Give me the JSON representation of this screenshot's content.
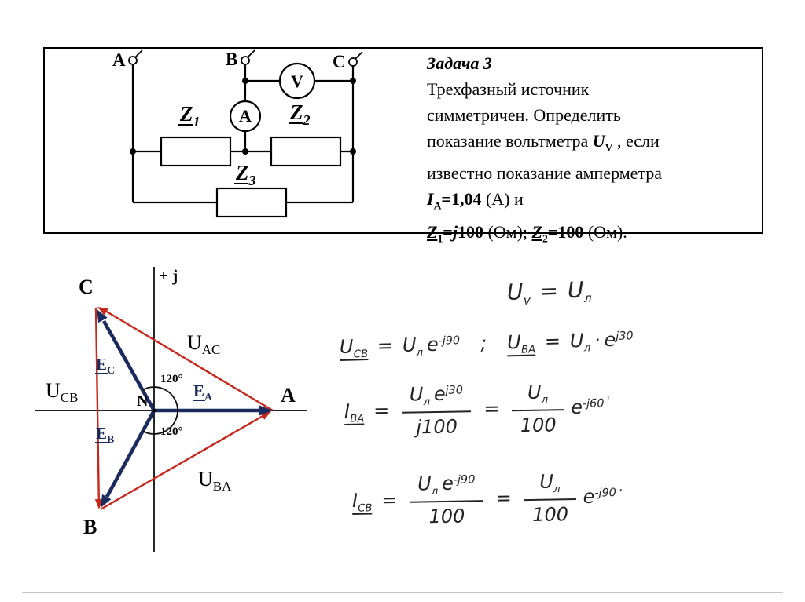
{
  "problem": {
    "terminals": {
      "a": "A",
      "b": "B",
      "c": "C"
    },
    "voltmeter": "V",
    "ammeter": "A",
    "z1": {
      "base": "Z",
      "sub": "1"
    },
    "z2": {
      "base": "Z",
      "sub": "2"
    },
    "z3": {
      "base": "Z",
      "sub": "3"
    },
    "title": "Задача 3",
    "line2": "Трехфазный источник",
    "line3": "симметричен. Определить",
    "line4": {
      "a": "показание вольтметра ",
      "u": "U",
      "us": "V",
      "b": " , если"
    },
    "line5": "известно показание амперметра",
    "line6": {
      "i": "I",
      "is": "А",
      "b": "=1,04",
      "c": " (А) и"
    },
    "line7": {
      "z1": "Z",
      "z1s": "1",
      "eq1": "=",
      "j": "j",
      "v1": "100",
      "m1": " (Ом); ",
      "z2": "Z",
      "z2s": "2",
      "eq2": "=",
      "v2": "100",
      "m2": " (Ом)."
    }
  },
  "phasor": {
    "axis_j": "+ j",
    "n": "N",
    "a": "A",
    "b": "B",
    "c": "C",
    "ea": {
      "base": "E",
      "sub": "A"
    },
    "eb": {
      "base": "E",
      "sub": "B"
    },
    "ec": {
      "base": "E",
      "sub": "C"
    },
    "uac": {
      "base": "U",
      "sub": "AC"
    },
    "ucb": {
      "base": "U",
      "sub": "CB"
    },
    "uba": {
      "base": "U",
      "sub": "BA"
    },
    "angle1": "120°",
    "angle2": "120°",
    "colors": {
      "vector": "#1c2b5e",
      "triangle": "#c8281c"
    }
  },
  "work": {
    "r1": {
      "a": "U",
      "asub": "v",
      "eq": "=",
      "b": "U",
      "bsub": "л"
    },
    "r2": {
      "l": "U",
      "ls": "CB",
      "eq1": "=",
      "n1": "U",
      "n1s": "л",
      "e1": "e",
      "x1": "-j90",
      "sep": ";",
      "m": "U",
      "ms": "BA",
      "eq2": "=",
      "n2": "U",
      "n2s": "л",
      "dot": "·",
      "e2": "e",
      "x2": "j30"
    },
    "r3": {
      "l": "I",
      "ls": "BA",
      "eq1": "=",
      "fn": "U",
      "fns": "л",
      "fe": "e",
      "fx": "j30",
      "fd": "j100",
      "eq2": "=",
      "gn": "U",
      "gns": "л",
      "gd": "100",
      "e": "e",
      "x": "-j60",
      "tick": "'"
    },
    "r4": {
      "l": "I",
      "ls": "CB",
      "eq1": "=",
      "fn": "U",
      "fns": "л",
      "fe": "e",
      "fx": "-j90",
      "fd": "100",
      "eq2": "=",
      "gn": "U",
      "gns": "л",
      "gd": "100",
      "e": "e",
      "x": "-j90",
      "tick": "·"
    }
  }
}
